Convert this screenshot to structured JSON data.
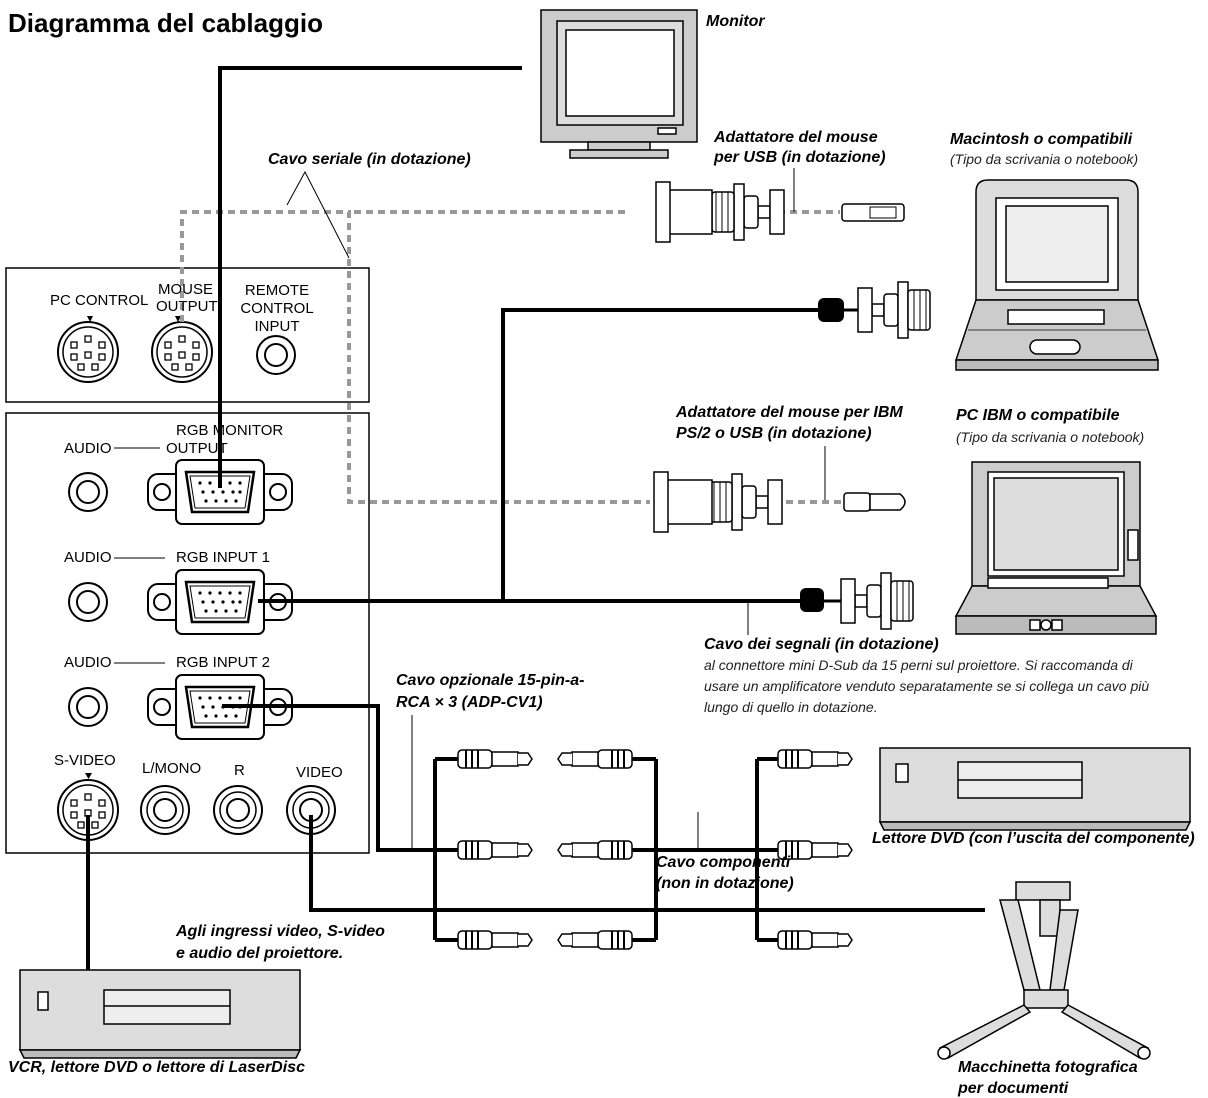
{
  "title": "Diagramma del cablaggio",
  "labels": {
    "monitor": "Monitor",
    "serial_cable": "Cavo seriale (in dotazione)",
    "usb_adapter_l1": "Adattatore del mouse",
    "usb_adapter_l2": "per USB (in dotazione)",
    "mac_l1": "Macintosh o compatibili",
    "mac_l2": "(Tipo da scrivania o notebook)",
    "ibm_adapter_l1": "Adattatore del mouse per IBM",
    "ibm_adapter_l2": "PS/2 o USB (in dotazione)",
    "pc_l1": "PC IBM o compatibile",
    "pc_l2": "(Tipo da scrivania o notebook)",
    "signal_cable": "Cavo dei segnali (in dotazione)",
    "signal_note_l1": "al connettore mini D-Sub da 15 perni sul proiettore. Si raccomanda di",
    "signal_note_l2": "usare un amplificatore venduto separatamente se si collega un cavo più",
    "signal_note_l3": "lungo di quello in dotazione.",
    "optional_cable_l1": "Cavo opzionale 15-pin-a-",
    "optional_cable_l2": "RCA × 3 (ADP-CV1)",
    "component_cable_l1": "Cavo componenti",
    "component_cable_l2": "(non in dotazione)",
    "dvd_player": "Lettore DVD (con l’uscita del componente)",
    "video_inputs_l1": "Agli ingressi video, S-video",
    "video_inputs_l2": "e audio del proiettore.",
    "vcr": "VCR, lettore DVD o lettore di LaserDisc",
    "doc_camera_l1": "Macchinetta fotografica",
    "doc_camera_l2": "per documenti"
  },
  "ports": {
    "pc_control": "PC  CONTROL",
    "mouse_output_l1": "MOUSE",
    "mouse_output_l2": "OUTPUT",
    "remote_l1": "REMOTE",
    "remote_l2": "CONTROL",
    "remote_l3": "INPUT",
    "audio_1": "AUDIO",
    "rgb_monitor_l1": "RGB MONITOR",
    "rgb_monitor_l2": "OUTPUT",
    "audio_2": "AUDIO",
    "rgb_input_1": "RGB INPUT 1",
    "audio_3": "AUDIO",
    "rgb_input_2": "RGB INPUT 2",
    "s_video": "S-VIDEO",
    "l_mono": "L/MONO",
    "r": "R",
    "video": "VIDEO"
  }
}
